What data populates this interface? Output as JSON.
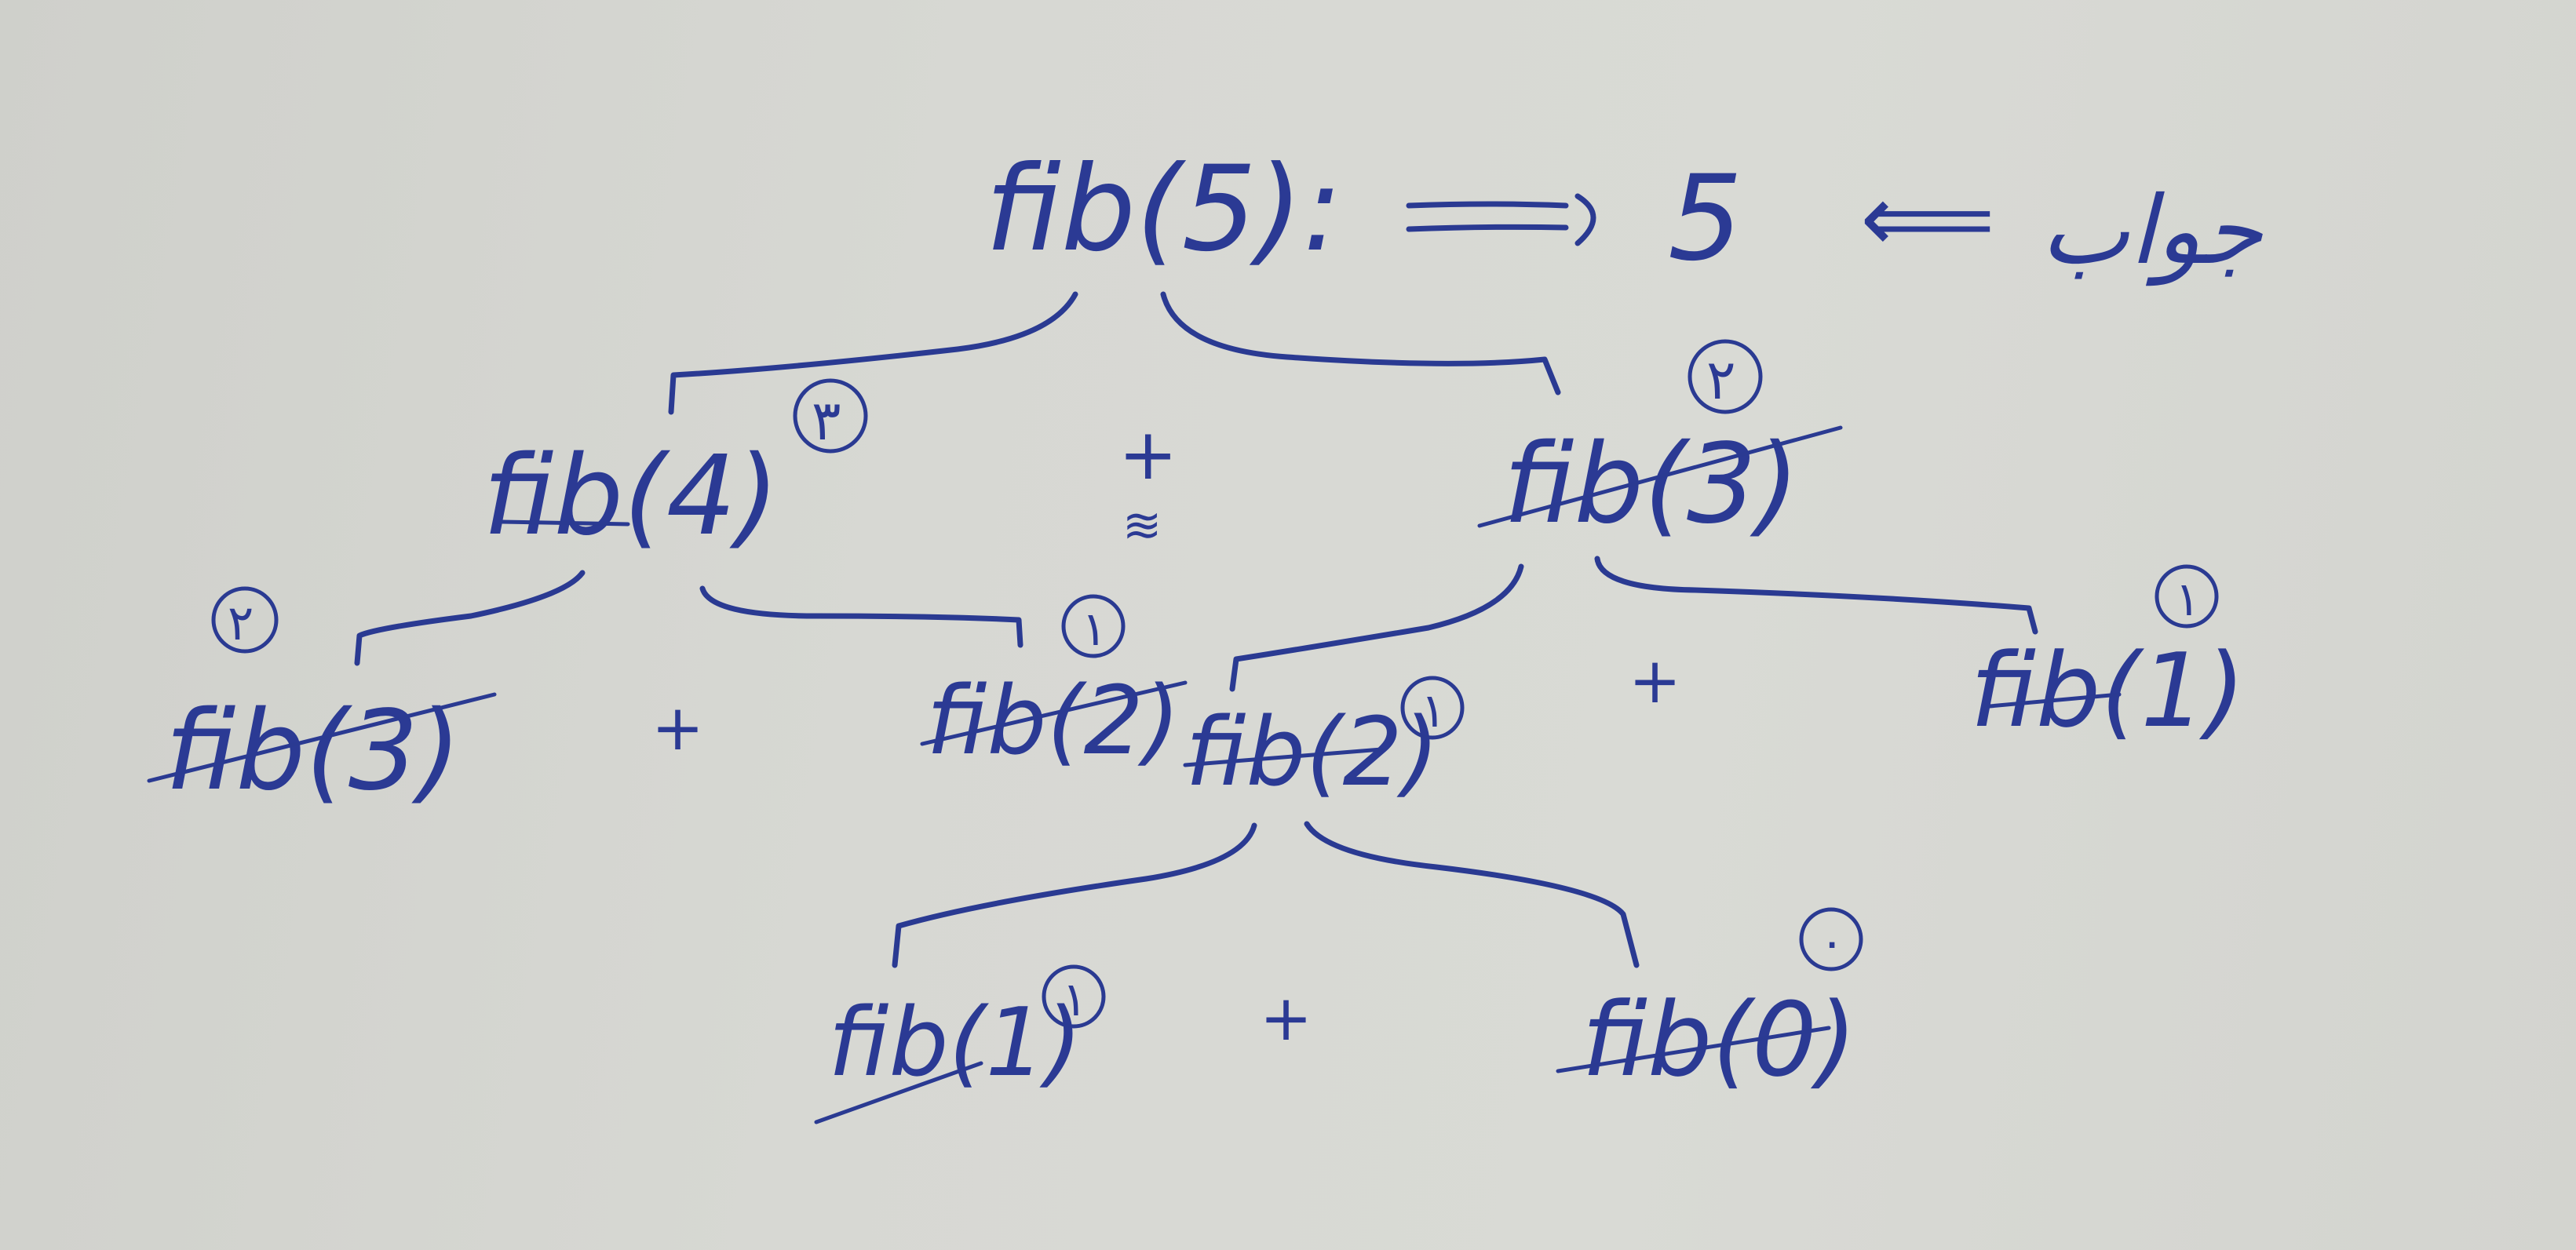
{
  "nodes": {
    "root": "fib(5):",
    "l1_left": "fib(4)",
    "l1_right": "fib(3)",
    "l2_a": "fib(3)",
    "l2_b": "fib(2)",
    "l2_c": "fib(2)",
    "l2_d": "fib(1)",
    "l3_a": "fib(1)",
    "l3_b": "fib(0)"
  },
  "result": {
    "arrow": "⟹",
    "value": "5",
    "back_arrow": "⟸",
    "label": "جواب"
  },
  "plus_signs": [
    "+",
    "+",
    "+",
    "+"
  ],
  "circled_values": {
    "l1_left": "۳",
    "l1_right": "۲",
    "l2_a": "۲",
    "l2_b": "١",
    "l2_c": "١",
    "l2_d": "١",
    "l3_a": "١",
    "l3_b": "۰"
  },
  "colors": {
    "ink": "#2a3a92",
    "paper": "#d7d8d3"
  }
}
